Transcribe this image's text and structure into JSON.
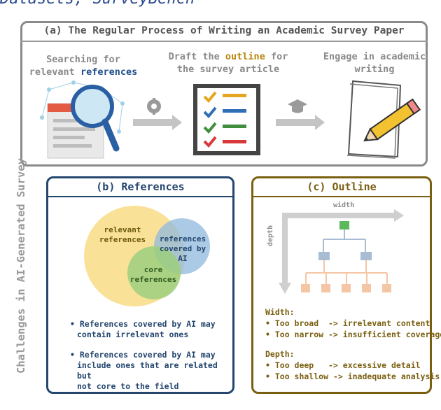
{
  "top_title": "Datasets, SurveyBench",
  "panel_a": {
    "title": "(a) The Regular Process of Writing an Academic Survey Paper",
    "step1_pre": "Searching for",
    "step1_line2_pre": "relevant ",
    "step1_hl": "references",
    "step2_pre": "Draft the ",
    "step2_hl": "outline",
    "step2_post": " for",
    "step2_line2": "the survey article",
    "step3_line1": "Engage in academic",
    "step3_line2": "writing",
    "icons": [
      "magnifier-document-icon",
      "brain-gear-icon",
      "checklist-icon",
      "graduation-cap-icon",
      "paper-pencil-icon"
    ]
  },
  "side_label": "Challenges in AI-Generated Survey",
  "panel_b": {
    "title": "(b) References",
    "venn": {
      "relevant": [
        "relevant",
        "references"
      ],
      "ai": [
        "references",
        "covered by",
        "AI"
      ],
      "core": [
        "core",
        "references"
      ]
    },
    "bullets": [
      [
        "• References covered by AI may",
        "contain irrelevant ones"
      ],
      [
        "• References covered by AI may",
        "include ones that are related but",
        "not core to the field"
      ]
    ],
    "colors": {
      "relevant": "#f9dc86",
      "ai": "#8fb8de",
      "core": "#9ccf7e"
    }
  },
  "panel_c": {
    "title": "(c) Outline",
    "width_label": "width",
    "depth_label": "depth",
    "width_heading": "Width:",
    "width_items": [
      "• Too broad  -> irrelevant content",
      "• Too narrow -> insufficient coverage"
    ],
    "depth_heading": "Depth:",
    "depth_items": [
      "• Too deep   -> excessive detail",
      "• Too shallow -> inadequate analysis"
    ],
    "colors": {
      "root": "#5cb85c",
      "mid": "#a8bcd4",
      "leaf": "#f5c6a5"
    }
  }
}
